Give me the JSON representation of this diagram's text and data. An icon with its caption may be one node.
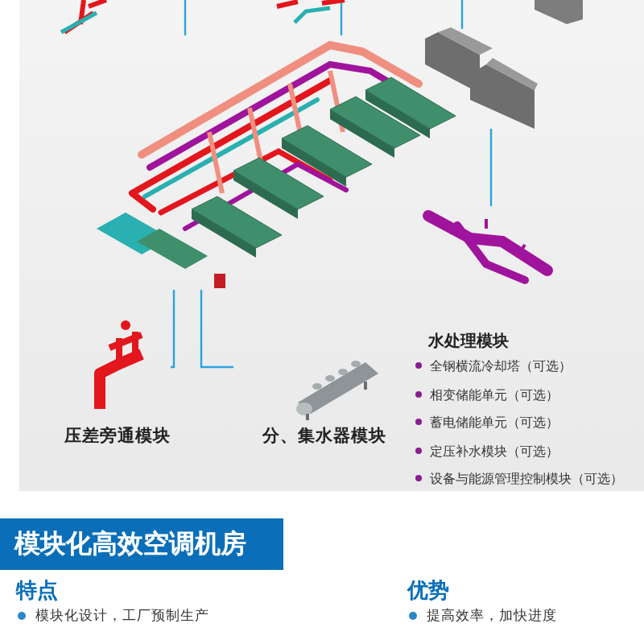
{
  "diagram": {
    "nodes": [
      {
        "text": [],
        "shape": "picture"
      },
      {
        "text": [
          "压差旁通模块"
        ]
      },
      {
        "text": [
          "分、集水器模块"
        ]
      },
      {
        "text": [
          "水处理模块",
          "全钢横流冷却塔（可选）",
          "相变储能单元（可选）",
          "蓄电储能单元（可选）",
          "定压补水模块（可选）",
          "设备与能源管理控制模块（可选）"
        ]
      },
      {
        "text": [],
        "shape": "picture"
      },
      {
        "text": [],
        "shape": "picture"
      },
      {
        "text": [
          "模块化高效空调机房"
        ]
      }
    ],
    "edges": [
      {
        "from": 1,
        "to": 0,
        "arrow": "none"
      },
      {
        "from": 2,
        "to": 0,
        "arrow": "none"
      },
      {
        "from": 5,
        "to": 4,
        "arrow": "none"
      },
      {
        "from": null,
        "to": 0,
        "arrow": "none"
      },
      {
        "from": null,
        "to": 0,
        "arrow": "none"
      },
      {
        "from": null,
        "to": 5,
        "arrow": "none"
      }
    ],
    "labels": [
      "特点",
      "模块化设计，工厂预制生产",
      "优势",
      "提高效率，加快进度"
    ]
  }
}
